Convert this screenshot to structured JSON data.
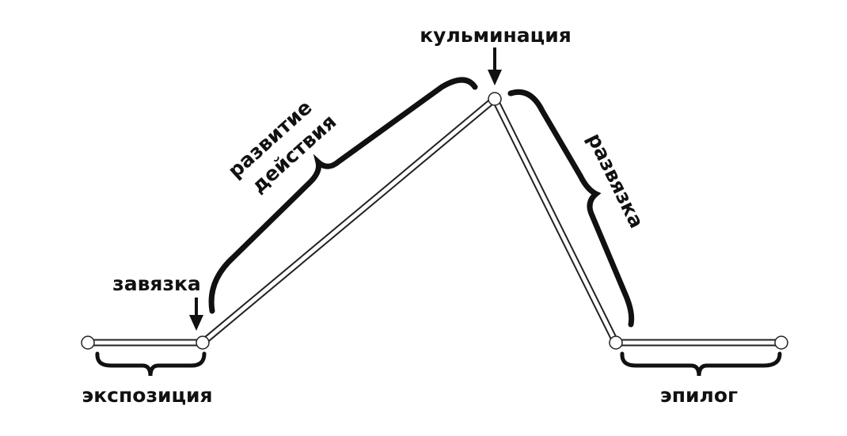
{
  "labels": {
    "climax": "кульминация",
    "inciting": "завязка",
    "exposition": "экспозиция",
    "rising_line1": "развитие",
    "rising_line2": "действия",
    "resolution": "развязка",
    "epilogue": "эпилог"
  },
  "colors": {
    "ink": "#111111",
    "background": "#ffffff"
  }
}
